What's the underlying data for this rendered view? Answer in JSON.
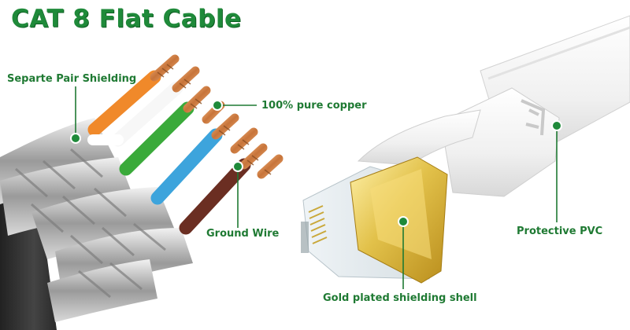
{
  "title": "CAT 8 Flat Cable",
  "labels": {
    "pair_shielding": "Separte Pair Shielding",
    "copper": "100% pure copper",
    "ground_wire": "Ground Wire",
    "gold_shell": "Gold plated shielding shell",
    "pvc": "Protective PVC"
  },
  "colors": {
    "label_green": "#1f7a33",
    "title_green": "#1f8a3a",
    "wire_orange": "#f0892a",
    "wire_green": "#3aaa3a",
    "wire_blue": "#3da4dc",
    "wire_brown": "#6b2e22",
    "copper": "#d08a4e",
    "gold": "#e2c14a",
    "jacket_white": "#f4f4f4",
    "jacket_black": "#333333"
  }
}
